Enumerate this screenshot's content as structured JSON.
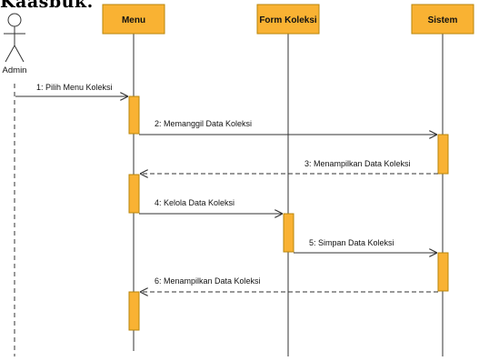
{
  "header_fragment": "Kaasbuk.",
  "actors": [
    {
      "id": "admin",
      "label": "Admin",
      "kind": "stick"
    },
    {
      "id": "menu",
      "label": "Menu",
      "kind": "box"
    },
    {
      "id": "form",
      "label": "Form Koleksi",
      "kind": "box"
    },
    {
      "id": "sistem",
      "label": "Sistem",
      "kind": "box"
    }
  ],
  "messages": [
    {
      "num": "1",
      "label": "1: Pilih Menu Koleksi",
      "from": "admin",
      "to": "menu",
      "type": "sync"
    },
    {
      "num": "2",
      "label": "2: Memanggil Data Koleksi",
      "from": "menu",
      "to": "sistem",
      "type": "sync"
    },
    {
      "num": "3",
      "label": "3: Menampilkan Data Koleksi",
      "from": "sistem",
      "to": "menu",
      "type": "return"
    },
    {
      "num": "4",
      "label": "4: Kelola Data Koleksi",
      "from": "menu",
      "to": "form",
      "type": "sync"
    },
    {
      "num": "5",
      "label": "5: Simpan Data Koleksi",
      "from": "form",
      "to": "sistem",
      "type": "sync"
    },
    {
      "num": "6",
      "label": "6: Menampilkan Data Koleksi",
      "from": "sistem",
      "to": "menu",
      "type": "return"
    }
  ],
  "colors": {
    "box_fill": "#F9B233",
    "box_stroke": "#B8860B",
    "activation_fill": "#F9B233",
    "line": "#333333",
    "text": "#111111"
  }
}
